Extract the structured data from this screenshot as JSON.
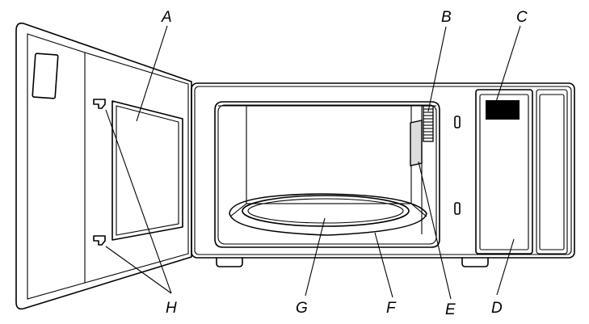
{
  "diagram": {
    "callouts": {
      "A": "A",
      "B": "B",
      "C": "C",
      "D": "D",
      "E": "E",
      "F": "F",
      "G": "G",
      "H": "H"
    },
    "colors": {
      "line": "#000000",
      "fill_shade": "#dcdcdc",
      "fill_light": "#ececec",
      "display": "#000000"
    }
  }
}
